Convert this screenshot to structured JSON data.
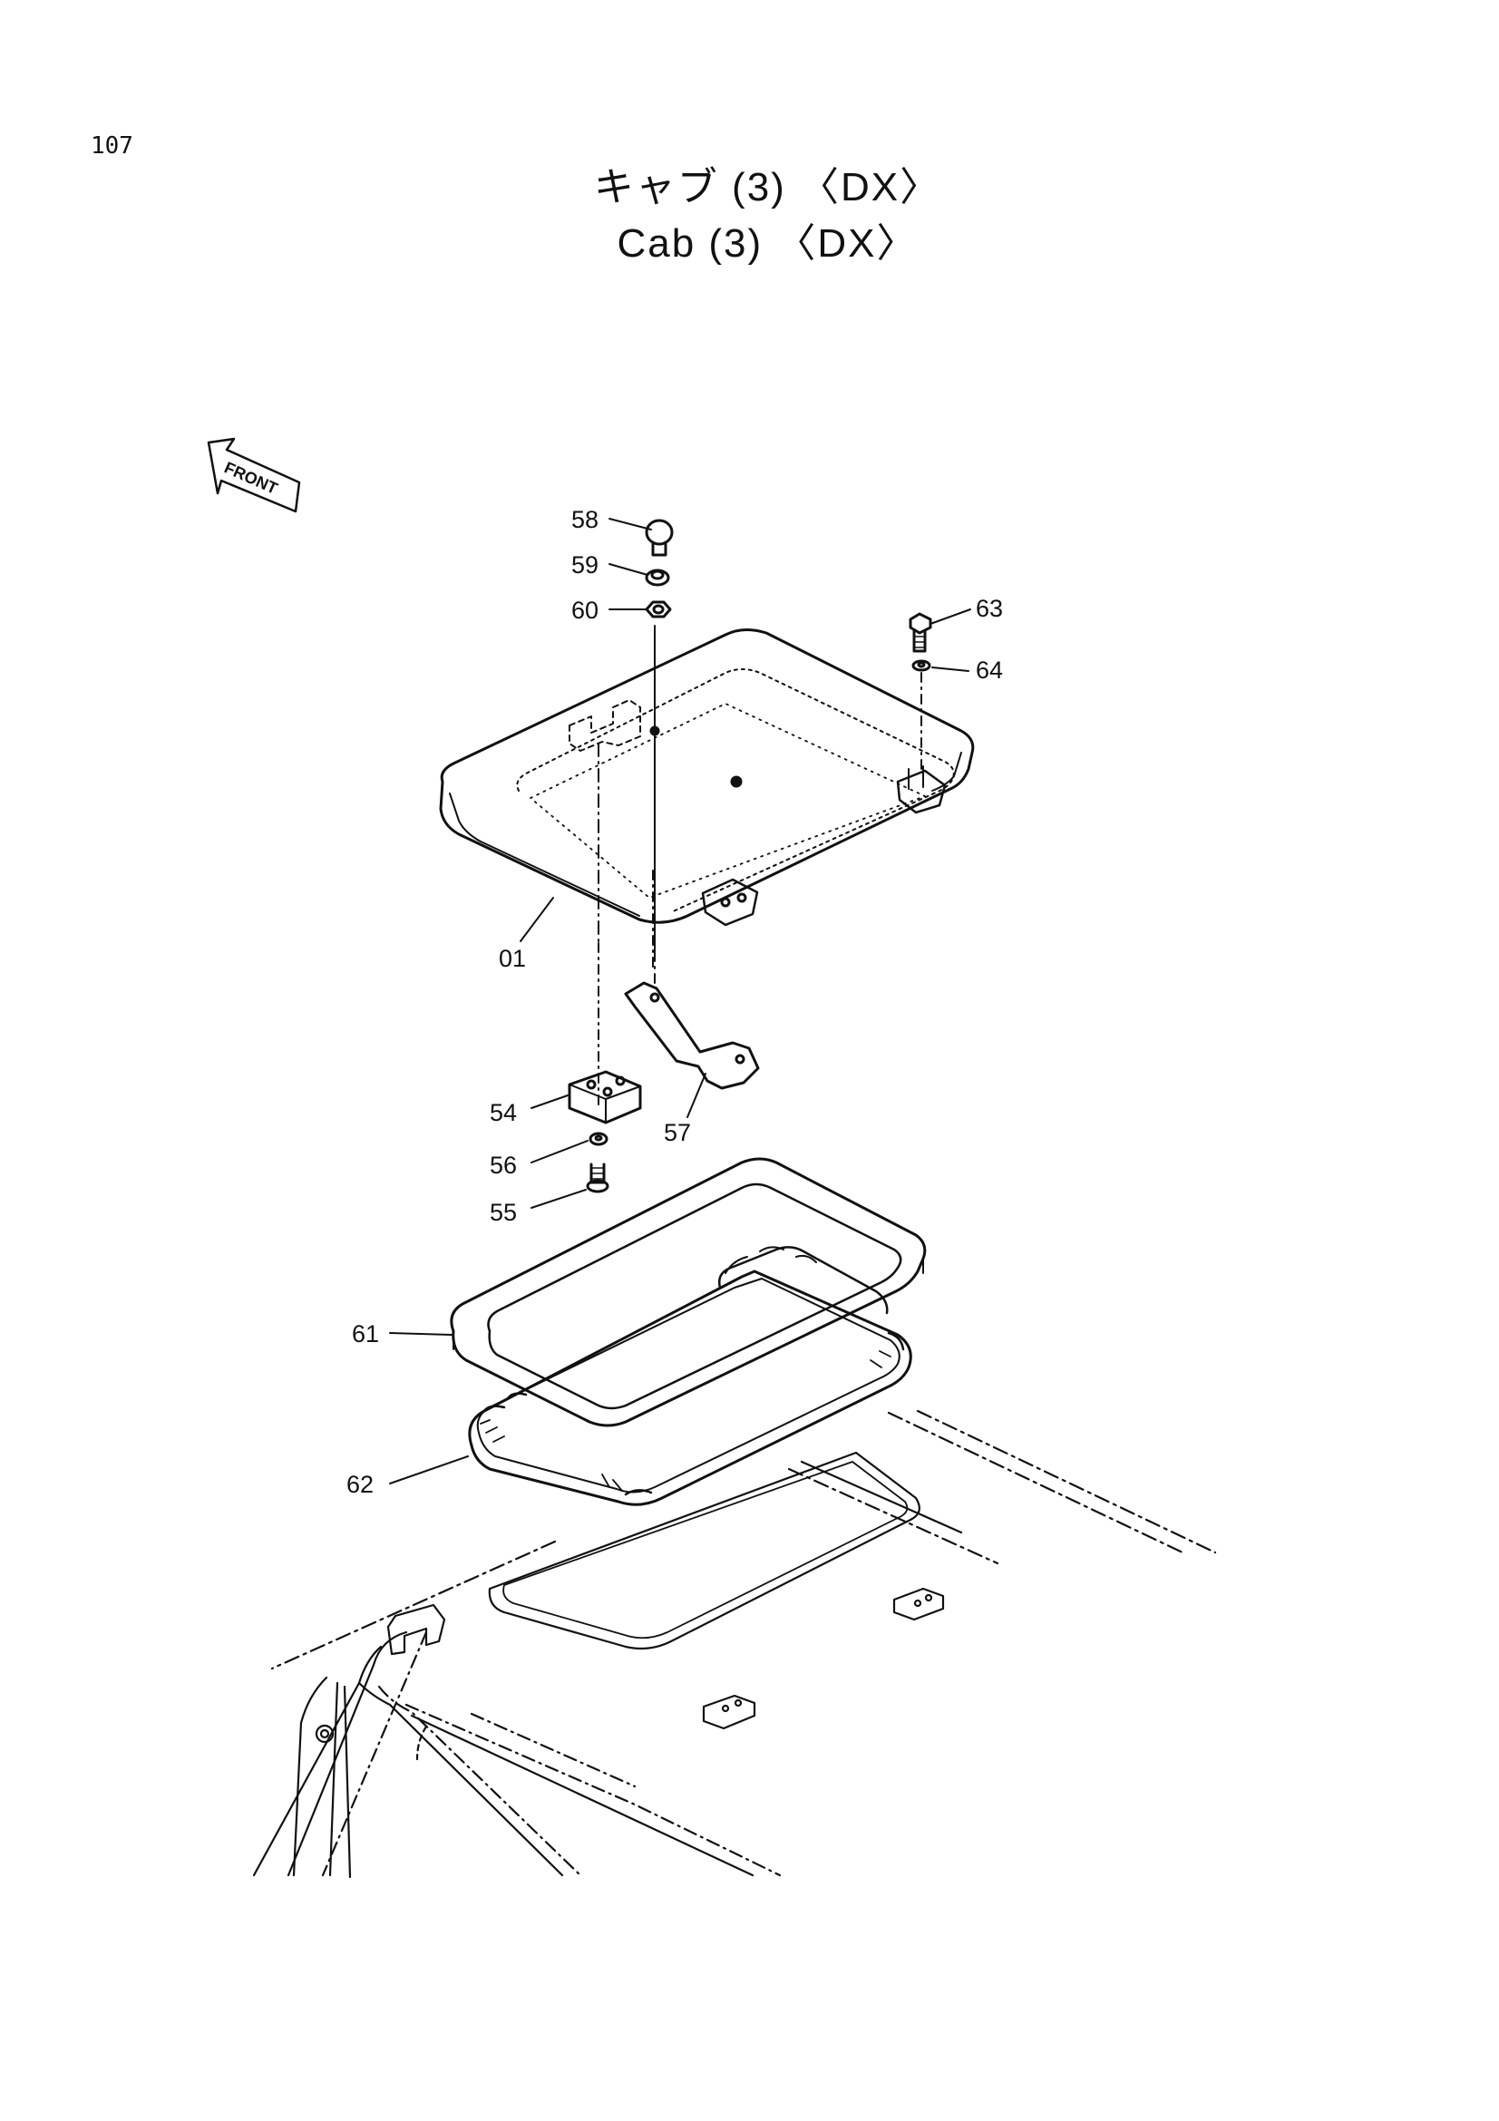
{
  "page_number": "107",
  "title_jp": "キャブ (3) 〈DX〉",
  "title_en": "Cab (3) 〈DX〉",
  "front_label": "FRONT",
  "callouts": {
    "c58": "58",
    "c59": "59",
    "c60": "60",
    "c63": "63",
    "c64": "64",
    "c01": "01",
    "c54": "54",
    "c57": "57",
    "c56": "56",
    "c55": "55",
    "c61": "61",
    "c62": "62"
  }
}
